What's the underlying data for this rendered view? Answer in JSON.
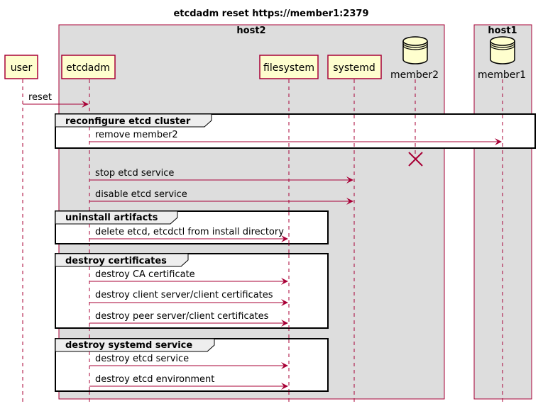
{
  "title": "etcdadm reset https://member1:2379",
  "boxes": {
    "host2": "host2",
    "host1": "host1"
  },
  "participants": {
    "user": "user",
    "etcdadm": "etcdadm",
    "filesystem": "filesystem",
    "systemd": "systemd",
    "member2": "member2",
    "member1": "member1"
  },
  "messages": [
    {
      "from": "user",
      "to": "etcdadm",
      "label": "reset"
    },
    {
      "from": "etcdadm",
      "to": "member1",
      "label": "remove member2"
    },
    {
      "from": "etcdadm",
      "to": "systemd",
      "label": "stop etcd service"
    },
    {
      "from": "etcdadm",
      "to": "systemd",
      "label": "disable etcd service"
    },
    {
      "from": "etcdadm",
      "to": "filesystem",
      "label": "delete etcd, etcdctl from install directory"
    },
    {
      "from": "etcdadm",
      "to": "filesystem",
      "label": "destroy CA certificate"
    },
    {
      "from": "etcdadm",
      "to": "filesystem",
      "label": "destroy client server/client certificates"
    },
    {
      "from": "etcdadm",
      "to": "filesystem",
      "label": "destroy peer server/client certificates"
    },
    {
      "from": "etcdadm",
      "to": "filesystem",
      "label": "destroy etcd service"
    },
    {
      "from": "etcdadm",
      "to": "filesystem",
      "label": "destroy etcd environment"
    }
  ],
  "groups": [
    "reconfigure etcd cluster",
    "uninstall artifacts",
    "destroy certificates",
    "destroy systemd service"
  ],
  "destroyed": "member2",
  "colors": {
    "participant_fill": "#FEFECE",
    "participant_border": "#A80036",
    "arrow": "#A80036",
    "box_fill": "#DDDDDD",
    "box_border": "#A80036"
  }
}
